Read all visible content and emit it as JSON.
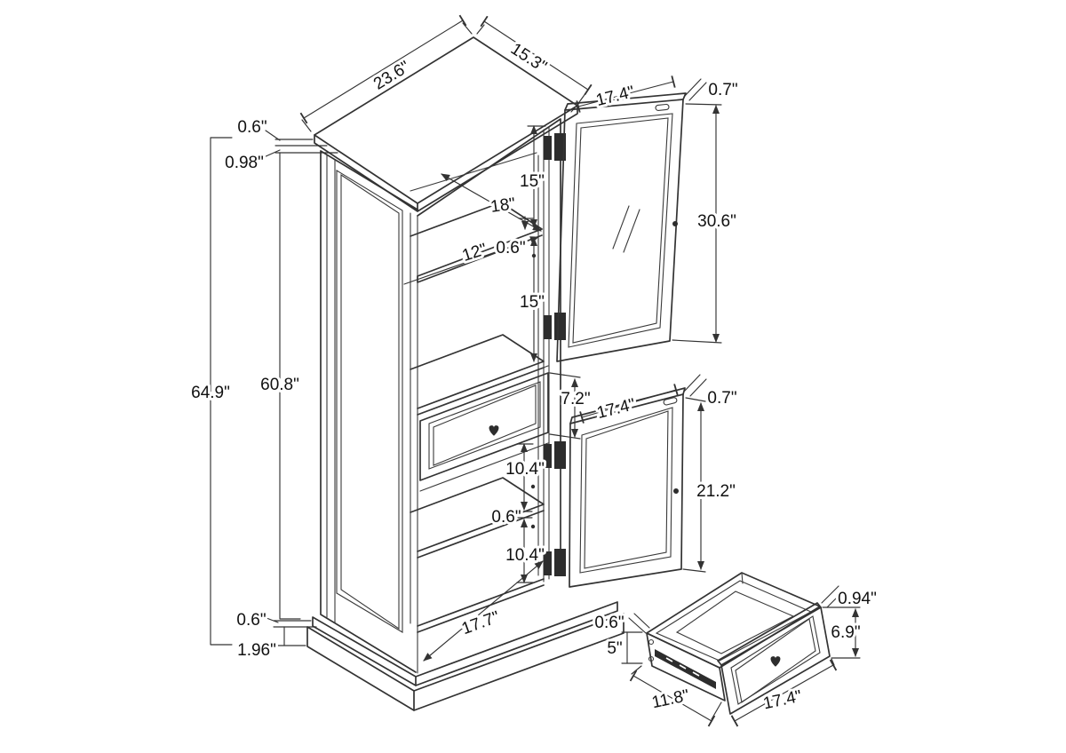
{
  "drawing": {
    "type": "furniture-dimension-diagram",
    "subject": "tall curio cabinet with glass door, solid door, drawer, shelves and detached drawer detail",
    "units": "inches",
    "colors": {
      "background": "#ffffff",
      "line": "#333333",
      "text": "#111111"
    },
    "labels": {
      "top_width": "23.6\"",
      "top_depth": "15.3\"",
      "top_thickness": "0.6\"",
      "top_frame": "0.98\"",
      "overall_height": "64.9\"",
      "side_height": "60.8\"",
      "upper_gap_top": "15\"",
      "shelf_depth_upper": "18\"",
      "shelf_depth_lower": "12\"",
      "shelf_thickness": "0.6\"",
      "upper_gap_bottom": "15\"",
      "drawer_front_height": "7.2\"",
      "lower_gap_top": "10.4\"",
      "lower_shelf_thickness": "0.6\"",
      "lower_gap_bottom": "10.4\"",
      "interior_width": "17.7\"",
      "base_trim_height": "0.6\"",
      "base_height": "1.96\"",
      "upper_door_width": "17.4\"",
      "upper_door_thickness": "0.7\"",
      "upper_door_height": "30.6\"",
      "lower_door_width": "17.4\"",
      "lower_door_thickness": "0.7\"",
      "lower_door_height": "21.2\"",
      "drawer_side_thickness": "0.6\"",
      "drawer_side_height": "5\"",
      "drawer_depth": "11.8\"",
      "drawer_width": "17.4\"",
      "drawer_front_thickness": "0.94\"",
      "drawer_front_panel_height": "6.9\""
    }
  }
}
